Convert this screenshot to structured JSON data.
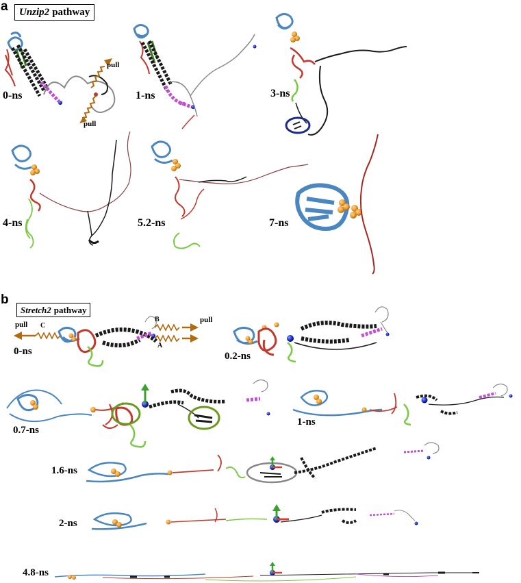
{
  "panel_a": {
    "letter": "a",
    "title_italic": "Unzip2",
    "title_rest": "pathway",
    "pull_label": "pull",
    "timestamps": [
      "0-ns",
      "1-ns",
      "3-ns",
      "4-ns",
      "5.2-ns",
      "7-ns"
    ]
  },
  "panel_b": {
    "letter": "b",
    "title_italic": "Stretch2",
    "title_rest": "pathway",
    "pull_label": "pull",
    "terminus_labels": [
      "C",
      "B",
      "A"
    ],
    "timestamps": [
      "0-ns",
      "0.2-ns",
      "0.7-ns",
      "1-ns",
      "1.6-ns",
      "2-ns",
      "4.8-ns"
    ]
  },
  "colors": {
    "blue_domain": "#4a86c0",
    "orange_spheres": "#f0a030",
    "red_domain": "#c0392b",
    "green_domain": "#7ac943",
    "black_helix": "#1a1a1a",
    "magenta_helix": "#c050d0",
    "gray_coil": "#8a8a8a",
    "spring": "#b06a10",
    "circle_navy": "#1c2a8a",
    "circle_green": "#6a9a20",
    "circle_gray": "#888888"
  }
}
